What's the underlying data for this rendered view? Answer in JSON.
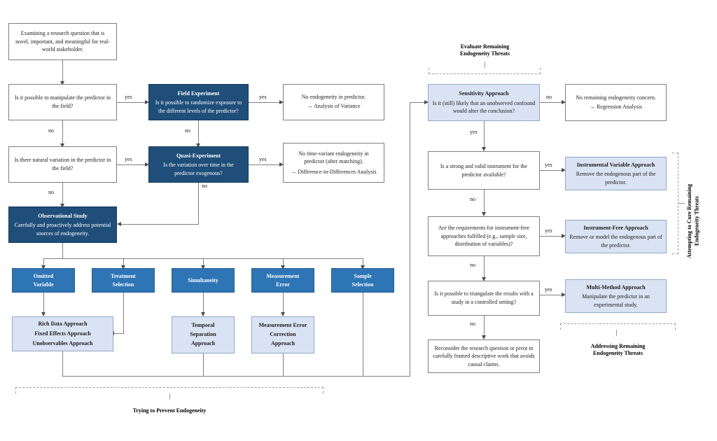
{
  "diagram": {
    "title": "Endogeneity Decision Flowchart",
    "colors": {
      "navy": "#1F4E79",
      "blue": "#2E75B6",
      "light_blue": "#DAE3F3",
      "white": "#FFFFFF",
      "border_gray": "#7F7F7F",
      "connector_gray": "#808080"
    }
  },
  "left": {
    "start": {
      "text": "Examining  a research question that is novel, important, and meaningful for real-world  stakeholder."
    },
    "q_manipulate": {
      "text": "Is it possible to manipulate  the predictor in the field?"
    },
    "q_natural_variation": {
      "text": "Is there natural variation in the predictor in the field?"
    },
    "field_experiment": {
      "title": "Field Experiment",
      "text": "Is it possible to randomize exposure to the different levels of the predictor?"
    },
    "quasi_experiment": {
      "title": "Quasi-Experiment",
      "text": "Is the variation  over time in the predictor exogenous?"
    },
    "observational_study": {
      "title": "Observational Study",
      "text": "Carefully and proactively address potential sources of endogeneity."
    },
    "out_anova": {
      "line1": "No endogeneity in predictor.",
      "line2": "→ Analysis of Variance"
    },
    "out_did": {
      "line1": "No time-variant  endogeneity in predictor (after matching).",
      "line2": "→  Difference-in-Differences Analysis"
    },
    "threats": [
      {
        "label": "Omitted\nVariable"
      },
      {
        "label": "Treatment\nSelection"
      },
      {
        "label": "Simultaneity"
      },
      {
        "label": "Measurement\nError"
      },
      {
        "label": "Sample\nSelection"
      }
    ],
    "remedies": [
      {
        "lines": [
          "Rich Data Approach",
          "Fixed Effects Approach",
          "Unobservables Approach"
        ]
      },
      {
        "lines": [
          "Temporal",
          "Separation",
          "Approach"
        ]
      },
      {
        "lines": [
          "Measurement Error",
          "Correction",
          "Approach"
        ]
      }
    ],
    "group_label": "Trying to Prevent Endogeneity"
  },
  "right": {
    "top_group_label": "Evaluate Remaining\nEndogeneity Threats",
    "sensitivity": {
      "title": "Sensitivity Approach",
      "text": "Is it (still)  likely  that an unobserved confound would alter the conclusion?"
    },
    "out_regression": {
      "line1": "No remaining  endogeneity concern.",
      "line2": "→  Regression Analysis"
    },
    "q_instrument": {
      "text": "Is a strong and valid instrument  for the predictor available?"
    },
    "iv_approach": {
      "title": "Instrumental Variable Approach",
      "text": "Remove the endogenous part of the predictor."
    },
    "q_instrument_free": {
      "text": "Are the requirements  for instrument-free approaches fulfilled  (e.g., sample size, distribution  of variables)?"
    },
    "if_approach": {
      "title": "Instrument-Free Approach",
      "text": "Remove or model the endogenous part of the predictor."
    },
    "q_triangulate": {
      "text": "Is it possible to triangulate  the results with  a study in a controlled setting?"
    },
    "mm_approach": {
      "title": "Multi-Method Approach",
      "text": "Manipulate  the predictor in an experimental  study."
    },
    "reconsider": {
      "text": "Reconsider the research question or pivot to carefully  framed descriptive work that avoids causal claims."
    },
    "side_group_label": "Attempting to Cure Remaining\nEndogeneity Threats",
    "bottom_group_label": "Addressing Remaining\nEndogeneity Threats"
  },
  "edge_labels": {
    "yes": "yes",
    "no": "no"
  }
}
